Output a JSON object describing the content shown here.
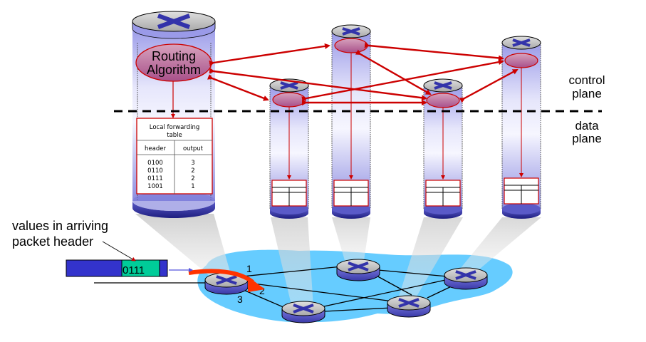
{
  "labels": {
    "control_plane_line1": "control",
    "control_plane_line2": "plane",
    "data_plane_line1": "data",
    "data_plane_line2": "plane",
    "arriving_header_line1": "values in arriving",
    "arriving_header_line2": "packet header",
    "packet_header_value": "0111",
    "port_1": "1",
    "port_2": "2",
    "port_3": "3"
  },
  "routing_algorithm": {
    "line1": "Routing",
    "line2": "Algorithm"
  },
  "forwarding_table": {
    "title_line1": "Local forwarding",
    "title_line2": "table",
    "columns": [
      "header",
      "output"
    ],
    "rows": [
      {
        "header": "0100",
        "output": "3"
      },
      {
        "header": "0110",
        "output": "2"
      },
      {
        "header": "0111",
        "output": "2"
      },
      {
        "header": "1001",
        "output": "1"
      }
    ]
  },
  "colors": {
    "control_arrow": "#cc0000",
    "network_cloud": "#66ccff",
    "router_blue": "#3333aa",
    "packet_body": "#3333cc",
    "packet_header": "#00cc99",
    "forward_arrow": "#ff3300"
  }
}
